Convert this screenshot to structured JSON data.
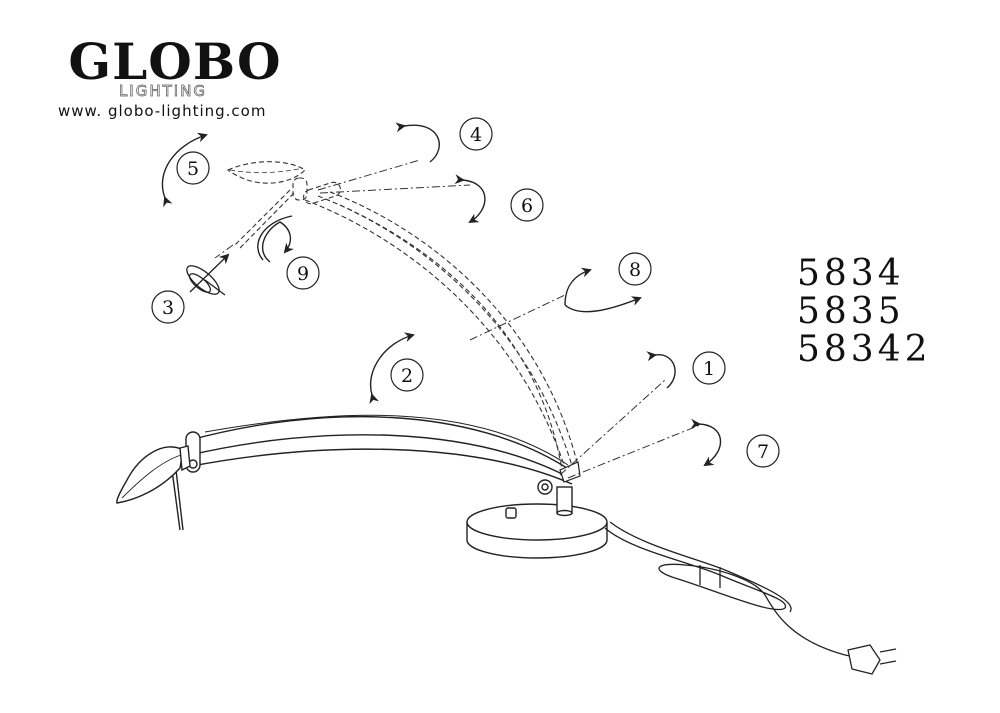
{
  "brand": {
    "name": "GLOBO",
    "sub": "LIGHTING",
    "url": "www. globo-lighting.com"
  },
  "models": [
    "5834",
    "5835",
    "58342"
  ],
  "callouts": [
    "1",
    "2",
    "3",
    "4",
    "5",
    "6",
    "7",
    "8",
    "9"
  ]
}
